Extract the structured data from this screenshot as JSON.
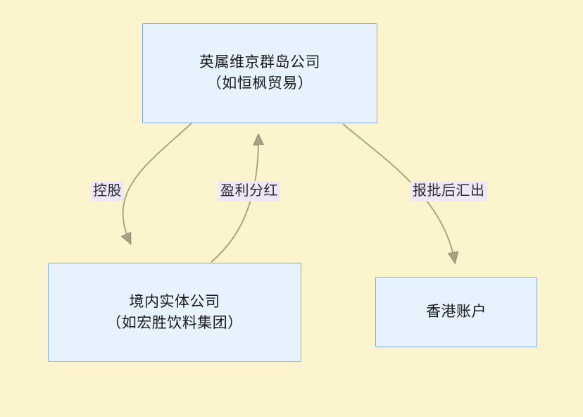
{
  "diagram": {
    "background_color": "#fcf4cd",
    "node_fill_color": "#e6f2fe",
    "node_border_color": "#80a8f0",
    "edge_color": "#a9a183",
    "label_background_color": "#eee7fa",
    "nodes": [
      {
        "id": "bvi",
        "lines": [
          "英属维京群岛公司",
          "（如恒枫贸易）"
        ]
      },
      {
        "id": "domestic",
        "lines": [
          "境内实体公司",
          "（如宏胜饮料集团）"
        ]
      },
      {
        "id": "hkaccount",
        "lines": [
          "香港账户"
        ]
      }
    ],
    "edges": [
      {
        "id": "holding",
        "label": "控股",
        "from": "bvi",
        "to": "domestic",
        "arrow": "down"
      },
      {
        "id": "dividend",
        "label": "盈利分红",
        "from": "domestic",
        "to": "bvi",
        "arrow": "up"
      },
      {
        "id": "remit",
        "label": "报批后汇出",
        "from": "bvi",
        "to": "hkaccount",
        "arrow": "down"
      }
    ]
  }
}
